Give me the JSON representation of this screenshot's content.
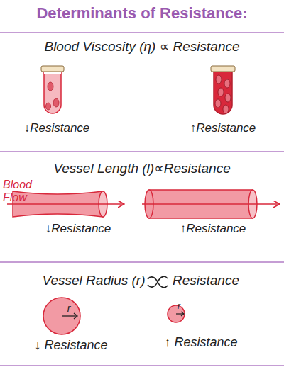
{
  "diagram": {
    "title": "Determinants of Resistance:",
    "labels": [
      "Blood Viscosity (η) ∝ Resistance",
      "↓Resistance",
      "↑Resistance",
      "Vessel Length (l)∝Resistance",
      "Blood Flow",
      "↓Resistance",
      "↑Resistance",
      "Vessel Radius (r)",
      "Resistance",
      "r",
      "r",
      "↓ Resistance",
      "↑ Resistance"
    ]
  }
}
